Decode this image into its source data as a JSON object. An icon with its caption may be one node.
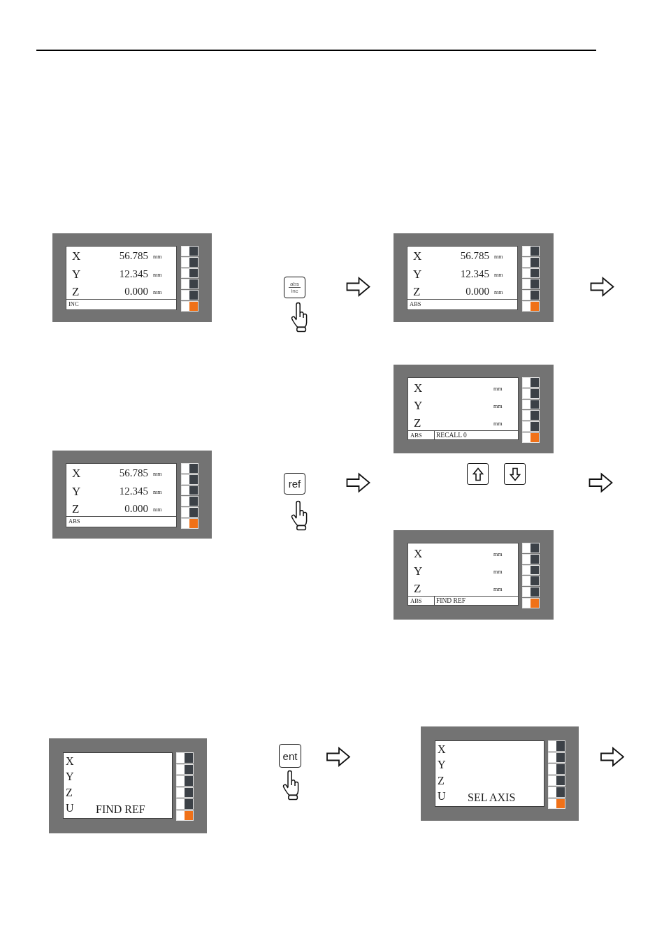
{
  "diagram": {
    "nodes": [
      {
        "text": [
          "X",
          "56.785",
          "mm",
          "Y",
          "12.345",
          "mm",
          "Z",
          "0.000",
          "mm",
          "INC"
        ]
      },
      {
        "text": [
          "abs",
          "inc"
        ]
      },
      {
        "text": [
          "X",
          "56.785",
          "mm",
          "Y",
          "12.345",
          "mm",
          "Z",
          "0.000",
          "mm",
          "ABS"
        ]
      },
      {
        "text": [
          "X",
          "56.785",
          "mm",
          "Y",
          "12.345",
          "mm",
          "Z",
          "0.000",
          "mm",
          "ABS"
        ]
      },
      {
        "text": [
          "ref"
        ]
      },
      {
        "text": [
          "X",
          "mm",
          "Y",
          "mm",
          "Z",
          "mm",
          "ABS",
          "RECALL 0"
        ]
      },
      {
        "text": [],
        "shape": "box"
      },
      {
        "text": [],
        "shape": "box"
      },
      {
        "text": [
          "X",
          "mm",
          "Y",
          "mm",
          "Z",
          "mm",
          "ABS",
          "FIND REF"
        ]
      },
      {
        "text": [
          "X",
          "Y",
          "Z",
          "U",
          "FIND REF"
        ]
      },
      {
        "text": [
          "ent"
        ]
      },
      {
        "text": [
          "X",
          "Y",
          "Z",
          "U",
          "SEL AXIS"
        ]
      }
    ]
  }
}
